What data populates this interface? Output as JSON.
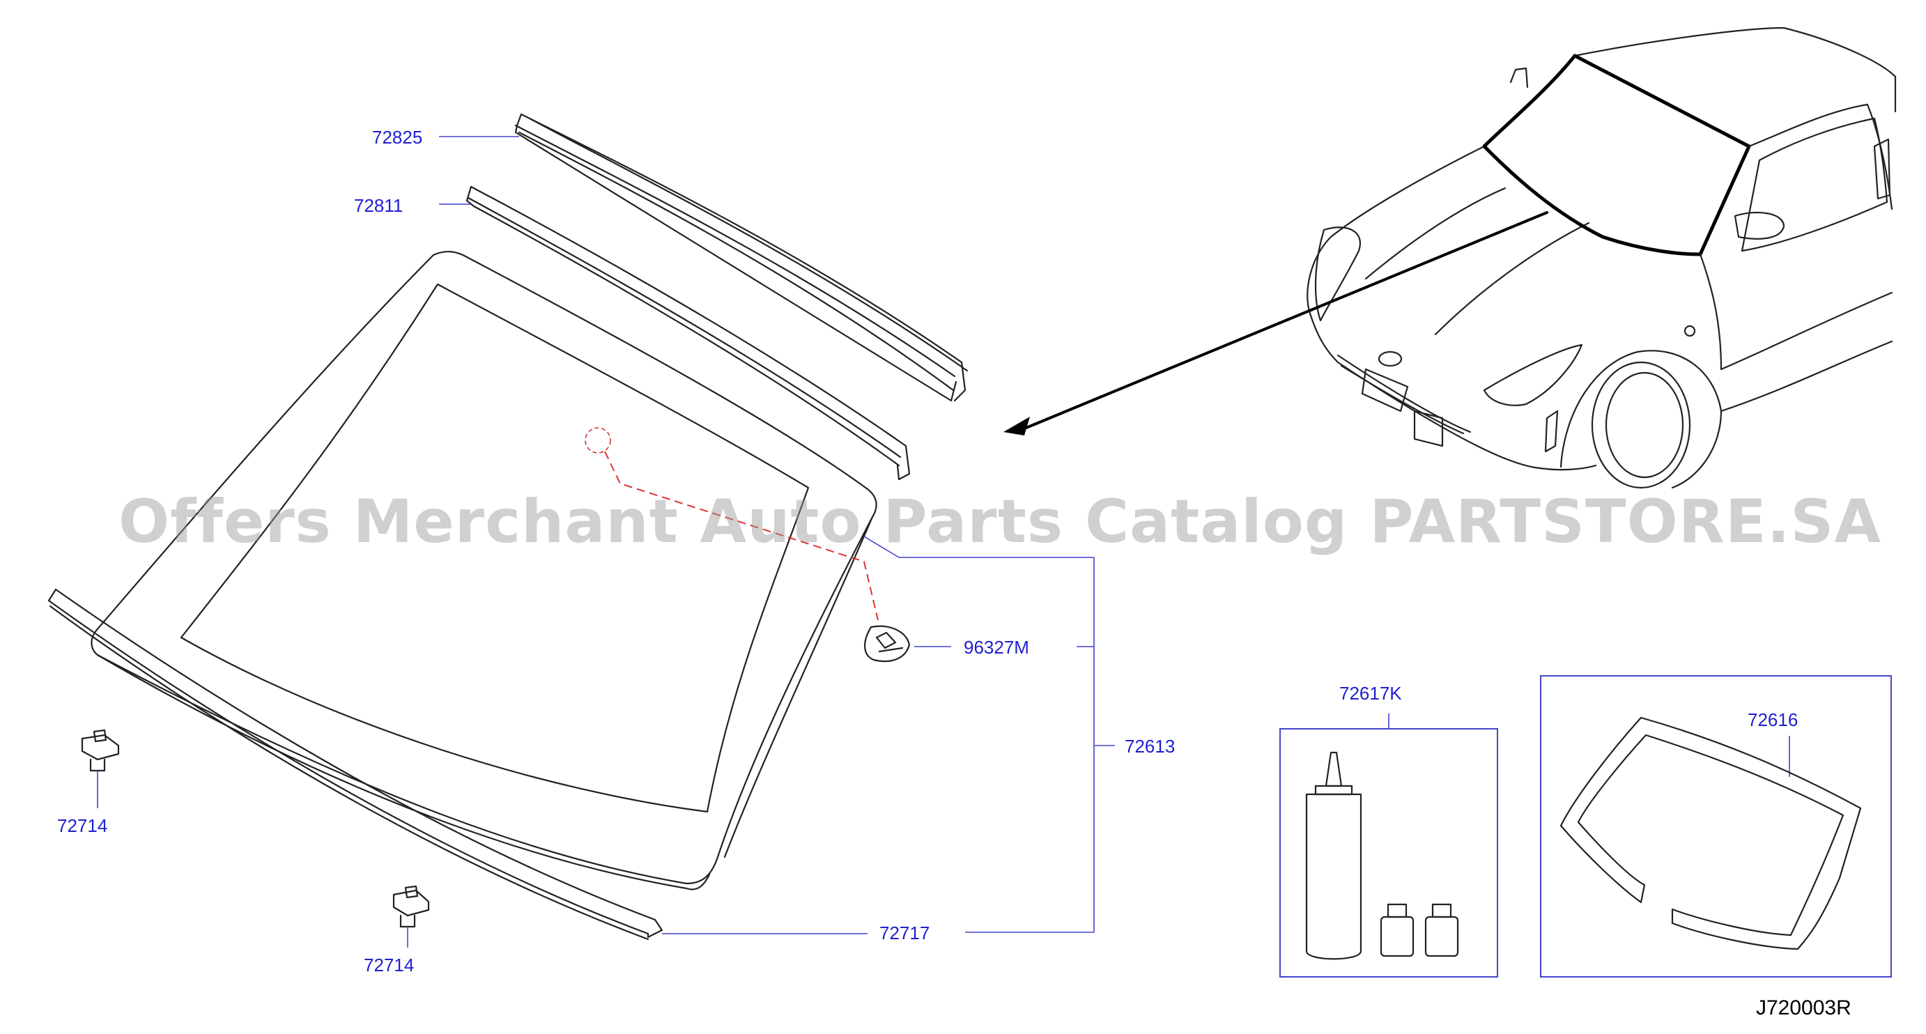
{
  "watermark": "Offers Merchant Auto Parts Catalog PARTSTORE.SA",
  "diagram_code": "J720003R",
  "callouts": {
    "p72825": "72825",
    "p72811": "72811",
    "p96327m": "96327M",
    "p72613": "72613",
    "p72714_a": "72714",
    "p72714_b": "72714",
    "p72717": "72717",
    "p72617k": "72617K",
    "p72616": "72616"
  },
  "colors": {
    "callout_text": "#1f1fd0",
    "leader_line": "#4444cc",
    "dashed_line": "#e03030",
    "line_art": "#222222"
  }
}
